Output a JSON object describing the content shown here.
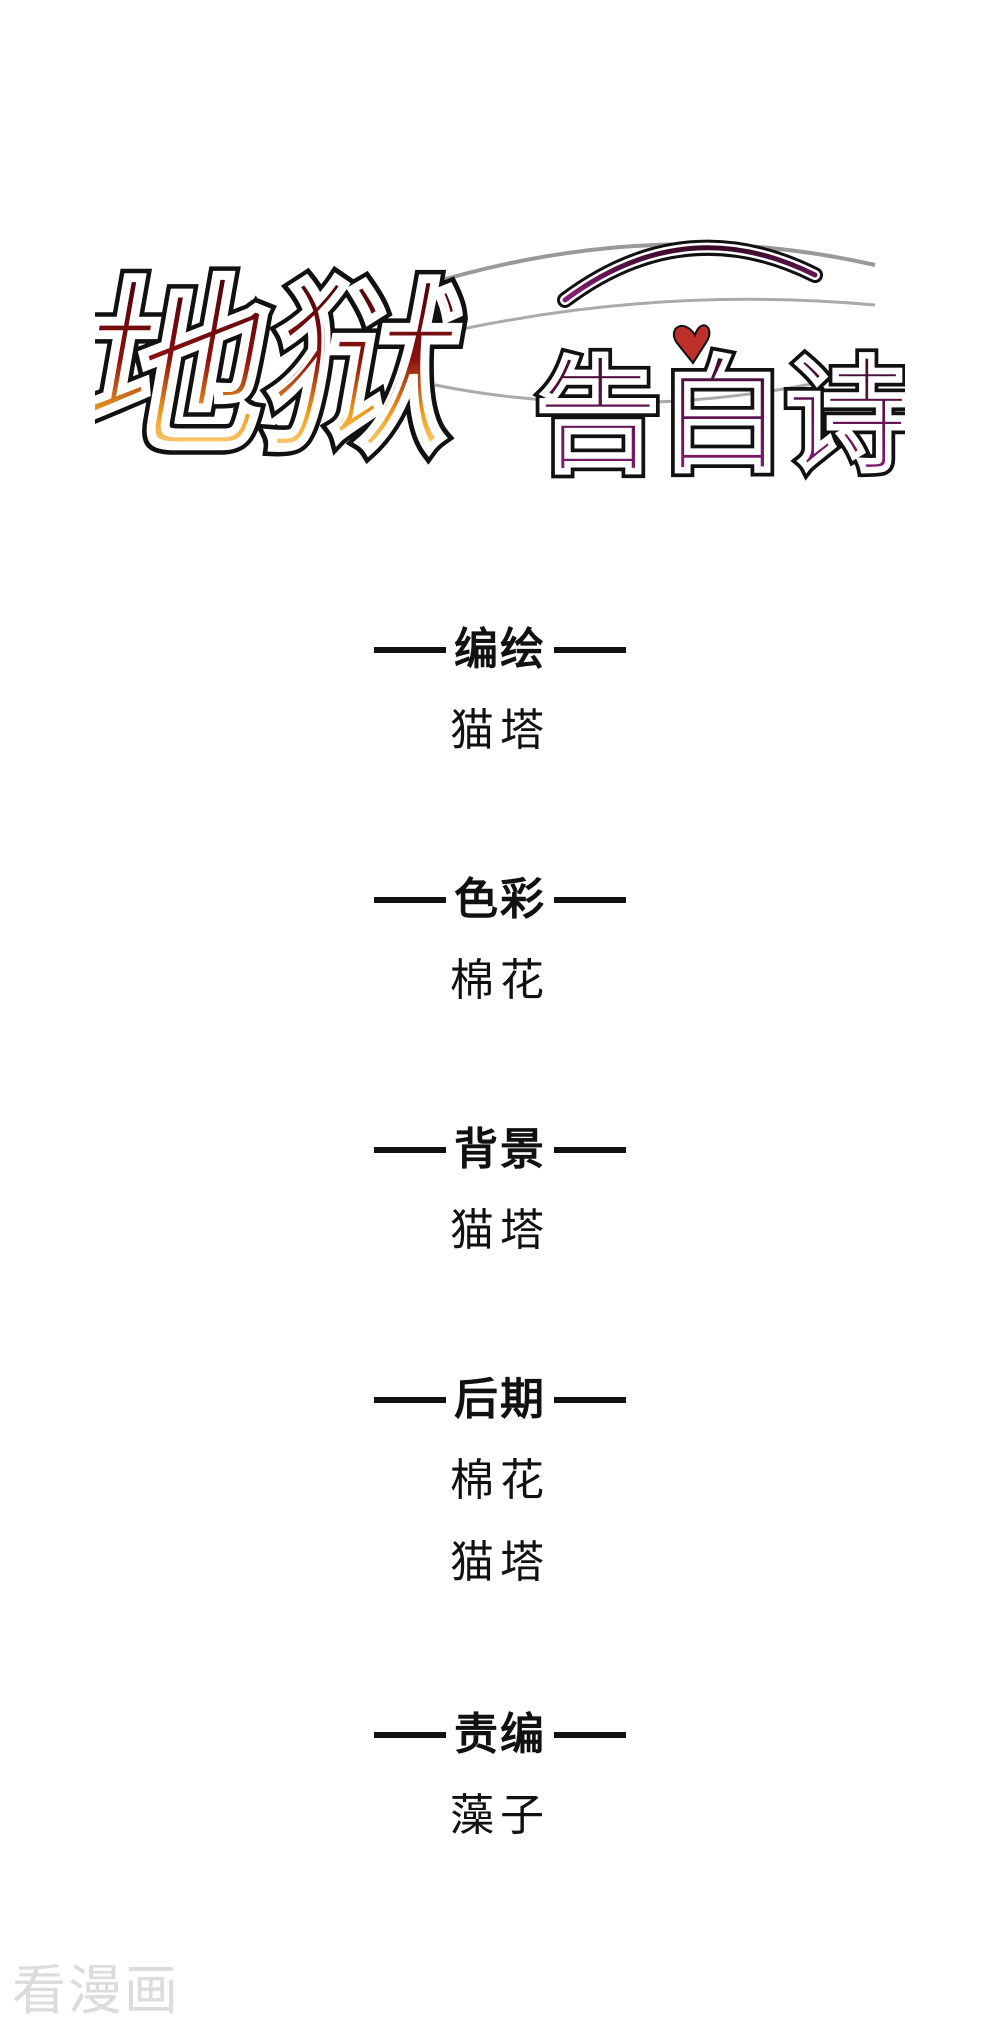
{
  "logo": {
    "title_part1": "地狱",
    "title_part2": "告白诗",
    "colors": {
      "fire_top": "#3a0008",
      "fire_mid": "#8a1010",
      "fire_orange": "#f0a020",
      "fire_bottom": "#fff8d0",
      "purple_top": "#3a0a2a",
      "purple_bottom": "#8a1e7a",
      "heart": "#c0302a",
      "outline": "#111111"
    }
  },
  "credits": [
    {
      "role": "编绘",
      "names": [
        "猫塔"
      ]
    },
    {
      "role": "色彩",
      "names": [
        "棉花"
      ]
    },
    {
      "role": "背景",
      "names": [
        "猫塔"
      ]
    },
    {
      "role": "后期",
      "names": [
        "棉花",
        "猫塔"
      ]
    },
    {
      "role": "责编",
      "names": [
        "藻子"
      ]
    }
  ],
  "watermark": "看漫画"
}
